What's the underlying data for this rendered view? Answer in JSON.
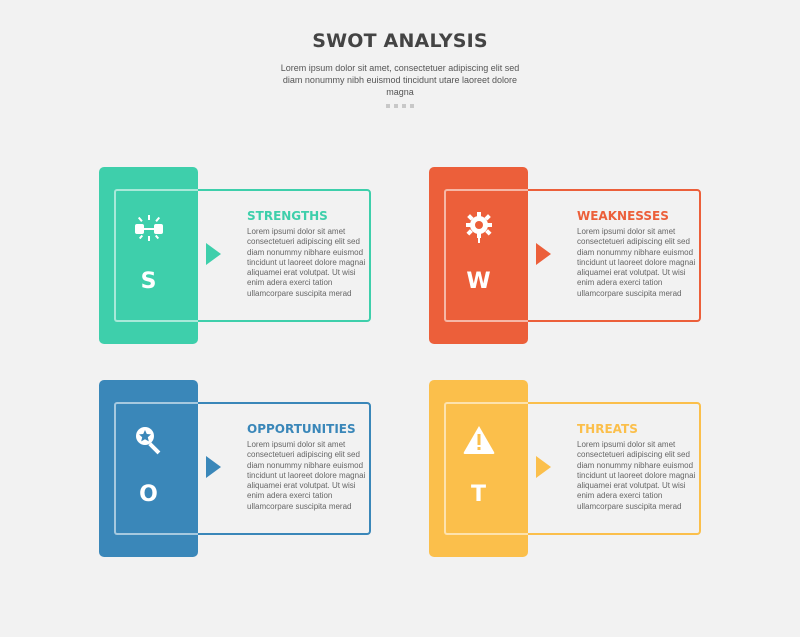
{
  "header": {
    "title": "SWOT ANALYSIS",
    "subtitle": "Lorem ipsum dolor sit amet, consectetuer adipiscing elit sed diam nonummy nibh euismod tincidunt utare laoreet dolore magna"
  },
  "colors": {
    "strengths": "#3ecfab",
    "weaknesses": "#ec5f3a",
    "opportunities": "#3a87b9",
    "threats": "#fbbf4b"
  },
  "cards": [
    {
      "letter": "S",
      "heading": "STRENGTHS",
      "icon": "dumbbell-icon",
      "body": "Lorem ipsumi dolor sit amet consectetueri adipiscing elit sed diam nonummy nibhare euismod tincidunt ut laoreet dolore magnai aliquamei erat volutpat. Ut wisi enim adera exerci tation ullamcorpare suscipita merad"
    },
    {
      "letter": "W",
      "heading": "WEAKNESSES",
      "icon": "gear-icon",
      "body": "Lorem ipsumi dolor sit amet consectetueri adipiscing elit sed diam nonummy nibhare euismod tincidunt ut laoreet dolore magnai aliquamei erat volutpat. Ut wisi enim adera exerci tation ullamcorpare suscipita merad"
    },
    {
      "letter": "O",
      "heading": "OPPORTUNITIES",
      "icon": "magnifier-star-icon",
      "body": "Lorem ipsumi dolor sit amet consectetueri adipiscing elit sed diam nonummy nibhare euismod tincidunt ut laoreet dolore magnai aliquamei erat volutpat. Ut wisi enim adera exerci tation ullamcorpare suscipita merad"
    },
    {
      "letter": "T",
      "heading": "THREATS",
      "icon": "warning-icon",
      "body": "Lorem ipsumi dolor sit amet consectetueri adipiscing elit sed diam nonummy nibhare euismod tincidunt ut laoreet dolore magnai aliquamei erat volutpat. Ut wisi enim adera exerci tation ullamcorpare suscipita merad"
    }
  ]
}
